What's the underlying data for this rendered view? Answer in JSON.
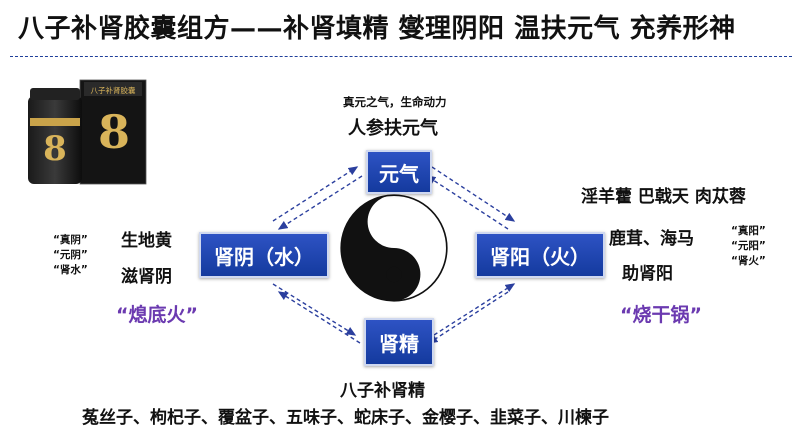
{
  "title": "八子补肾胶囊组方——补肾填精  燮理阴阳  温扶元气  充养形神",
  "product": {
    "box_label": "八子补肾胶囊",
    "emblem": "8"
  },
  "nodes": {
    "yuanqi": "元气",
    "shenyin": "肾阴（水）",
    "shenyang": "肾阳（火）",
    "shenjing": "肾精"
  },
  "top": {
    "caption": "真元之气，生命动力",
    "herb": "人参扶元气"
  },
  "left": {
    "herb1": "生地黄",
    "herb2": "滋肾阴",
    "quotes": [
      "“真阴”",
      "“元阴”",
      "“肾水”"
    ],
    "slogan": "“熄底火”"
  },
  "right": {
    "herbs1": "淫羊藿  巴戟天  肉苁蓉",
    "herb2": "鹿茸、海马",
    "herb3": "助肾阳",
    "quotes": [
      "“真阳”",
      "“元阳”",
      "“肾火”"
    ],
    "slogan": "“烧干锅”"
  },
  "bottom": {
    "name": "八子补肾精",
    "seeds": "菟丝子、枸杞子、覆盆子、五味子、蛇床子、金樱子、韭菜子、川楝子"
  },
  "colors": {
    "box_blue": "#1f45b0",
    "arrow_blue": "#2b3f9e",
    "slogan_purple": "#6b3ab0",
    "rule_blue": "#1f3f9a"
  }
}
